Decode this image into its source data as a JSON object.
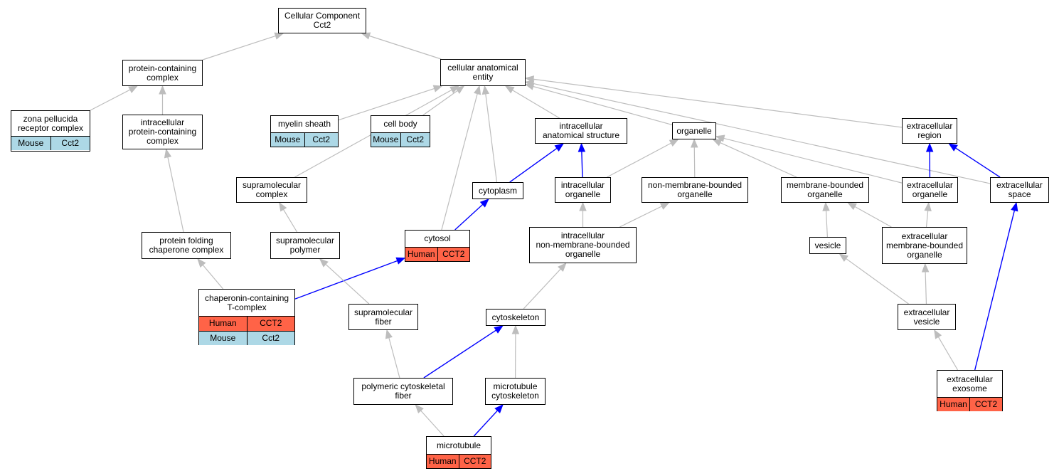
{
  "colors": {
    "is_a": "#bdbdbd",
    "part_of": "#0000ff",
    "human": "#ff6347",
    "mouse": "#add8e6"
  },
  "nodes": {
    "root": {
      "label": "Cellular Component\nCct2"
    },
    "cae": {
      "label": "cellular anatomical\nentity"
    },
    "pcc": {
      "label": "protein-containing\ncomplex"
    },
    "zona": {
      "label": "zona pellucida\nreceptor complex",
      "rows": [
        [
          "Mouse",
          "Cct2"
        ]
      ]
    },
    "ipcc": {
      "label": "intracellular\nprotein-containing\ncomplex"
    },
    "myelin": {
      "label": "myelin sheath",
      "rows": [
        [
          "Mouse",
          "Cct2"
        ]
      ]
    },
    "cellbody": {
      "label": "cell body",
      "rows": [
        [
          "Mouse",
          "Cct2"
        ]
      ]
    },
    "ias": {
      "label": "intracellular\nanatomical structure"
    },
    "organelle": {
      "label": "organelle"
    },
    "exreg": {
      "label": "extracellular\nregion"
    },
    "supcomplex": {
      "label": "supramolecular\ncomplex"
    },
    "cytoplasm": {
      "label": "cytoplasm"
    },
    "intorg": {
      "label": "intracellular\norganelle"
    },
    "nmbo": {
      "label": "non-membrane-bounded\norganelle"
    },
    "mbo": {
      "label": "membrane-bounded\norganelle"
    },
    "exorg": {
      "label": "extracellular\norganelle"
    },
    "exspace": {
      "label": "extracellular\nspace"
    },
    "pfcc": {
      "label": "protein folding\nchaperone complex"
    },
    "suppoly": {
      "label": "supramolecular\npolymer"
    },
    "cytosol": {
      "label": "cytosol",
      "rows": [
        [
          "Human",
          "CCT2"
        ]
      ]
    },
    "inmbo": {
      "label": "intracellular\nnon-membrane-bounded\norganelle"
    },
    "vesicle": {
      "label": "vesicle"
    },
    "exmbo": {
      "label": "extracellular\nmembrane-bounded\norganelle"
    },
    "cct": {
      "label": "chaperonin-containing\nT-complex",
      "rows": [
        [
          "Human",
          "CCT2"
        ],
        [
          "Mouse",
          "Cct2"
        ]
      ]
    },
    "supfiber": {
      "label": "supramolecular\nfiber"
    },
    "cytoskel": {
      "label": "cytoskeleton"
    },
    "exves": {
      "label": "extracellular\nvesicle"
    },
    "pcf": {
      "label": "polymeric cytoskeletal\nfiber"
    },
    "mtcs": {
      "label": "microtubule\ncytoskeleton"
    },
    "exosome": {
      "label": "extracellular\nexosome",
      "rows": [
        [
          "Human",
          "CCT2"
        ]
      ]
    },
    "microtubule": {
      "label": "microtubule",
      "rows": [
        [
          "Human",
          "CCT2"
        ]
      ]
    }
  },
  "edges": [
    {
      "from": "cae",
      "to": "root",
      "type": "is_a"
    },
    {
      "from": "pcc",
      "to": "root",
      "type": "is_a"
    },
    {
      "from": "zona",
      "to": "pcc",
      "type": "is_a"
    },
    {
      "from": "ipcc",
      "to": "pcc",
      "type": "is_a"
    },
    {
      "from": "myelin",
      "to": "cae",
      "type": "is_a"
    },
    {
      "from": "cellbody",
      "to": "cae",
      "type": "is_a"
    },
    {
      "from": "ias",
      "to": "cae",
      "type": "is_a"
    },
    {
      "from": "organelle",
      "to": "cae",
      "type": "is_a"
    },
    {
      "from": "exreg",
      "to": "cae",
      "type": "is_a"
    },
    {
      "from": "supcomplex",
      "to": "cae",
      "type": "is_a"
    },
    {
      "from": "cytoplasm",
      "to": "cae",
      "type": "is_a"
    },
    {
      "from": "cytosol",
      "to": "cae",
      "type": "is_a"
    },
    {
      "from": "exspace",
      "to": "cae",
      "type": "is_a"
    },
    {
      "from": "cytoplasm",
      "to": "ias",
      "type": "part_of"
    },
    {
      "from": "intorg",
      "to": "ias",
      "type": "part_of"
    },
    {
      "from": "intorg",
      "to": "organelle",
      "type": "is_a"
    },
    {
      "from": "nmbo",
      "to": "organelle",
      "type": "is_a"
    },
    {
      "from": "mbo",
      "to": "organelle",
      "type": "is_a"
    },
    {
      "from": "exorg",
      "to": "organelle",
      "type": "is_a"
    },
    {
      "from": "exorg",
      "to": "exreg",
      "type": "part_of"
    },
    {
      "from": "exspace",
      "to": "exreg",
      "type": "part_of"
    },
    {
      "from": "pfcc",
      "to": "ipcc",
      "type": "is_a"
    },
    {
      "from": "suppoly",
      "to": "supcomplex",
      "type": "is_a"
    },
    {
      "from": "cytosol",
      "to": "cytoplasm",
      "type": "part_of"
    },
    {
      "from": "inmbo",
      "to": "intorg",
      "type": "is_a"
    },
    {
      "from": "inmbo",
      "to": "nmbo",
      "type": "is_a"
    },
    {
      "from": "vesicle",
      "to": "mbo",
      "type": "is_a"
    },
    {
      "from": "exmbo",
      "to": "mbo",
      "type": "is_a"
    },
    {
      "from": "exmbo",
      "to": "exorg",
      "type": "is_a"
    },
    {
      "from": "cct",
      "to": "pfcc",
      "type": "is_a"
    },
    {
      "from": "cct",
      "to": "cytosol",
      "type": "part_of"
    },
    {
      "from": "supfiber",
      "to": "suppoly",
      "type": "is_a"
    },
    {
      "from": "cytoskel",
      "to": "inmbo",
      "type": "is_a"
    },
    {
      "from": "exves",
      "to": "vesicle",
      "type": "is_a"
    },
    {
      "from": "exves",
      "to": "exmbo",
      "type": "is_a"
    },
    {
      "from": "pcf",
      "to": "supfiber",
      "type": "is_a"
    },
    {
      "from": "pcf",
      "to": "cytoskel",
      "type": "part_of"
    },
    {
      "from": "mtcs",
      "to": "cytoskel",
      "type": "is_a"
    },
    {
      "from": "exosome",
      "to": "exves",
      "type": "is_a"
    },
    {
      "from": "exosome",
      "to": "exspace",
      "type": "part_of"
    },
    {
      "from": "microtubule",
      "to": "pcf",
      "type": "is_a"
    },
    {
      "from": "microtubule",
      "to": "mtcs",
      "type": "part_of"
    }
  ]
}
